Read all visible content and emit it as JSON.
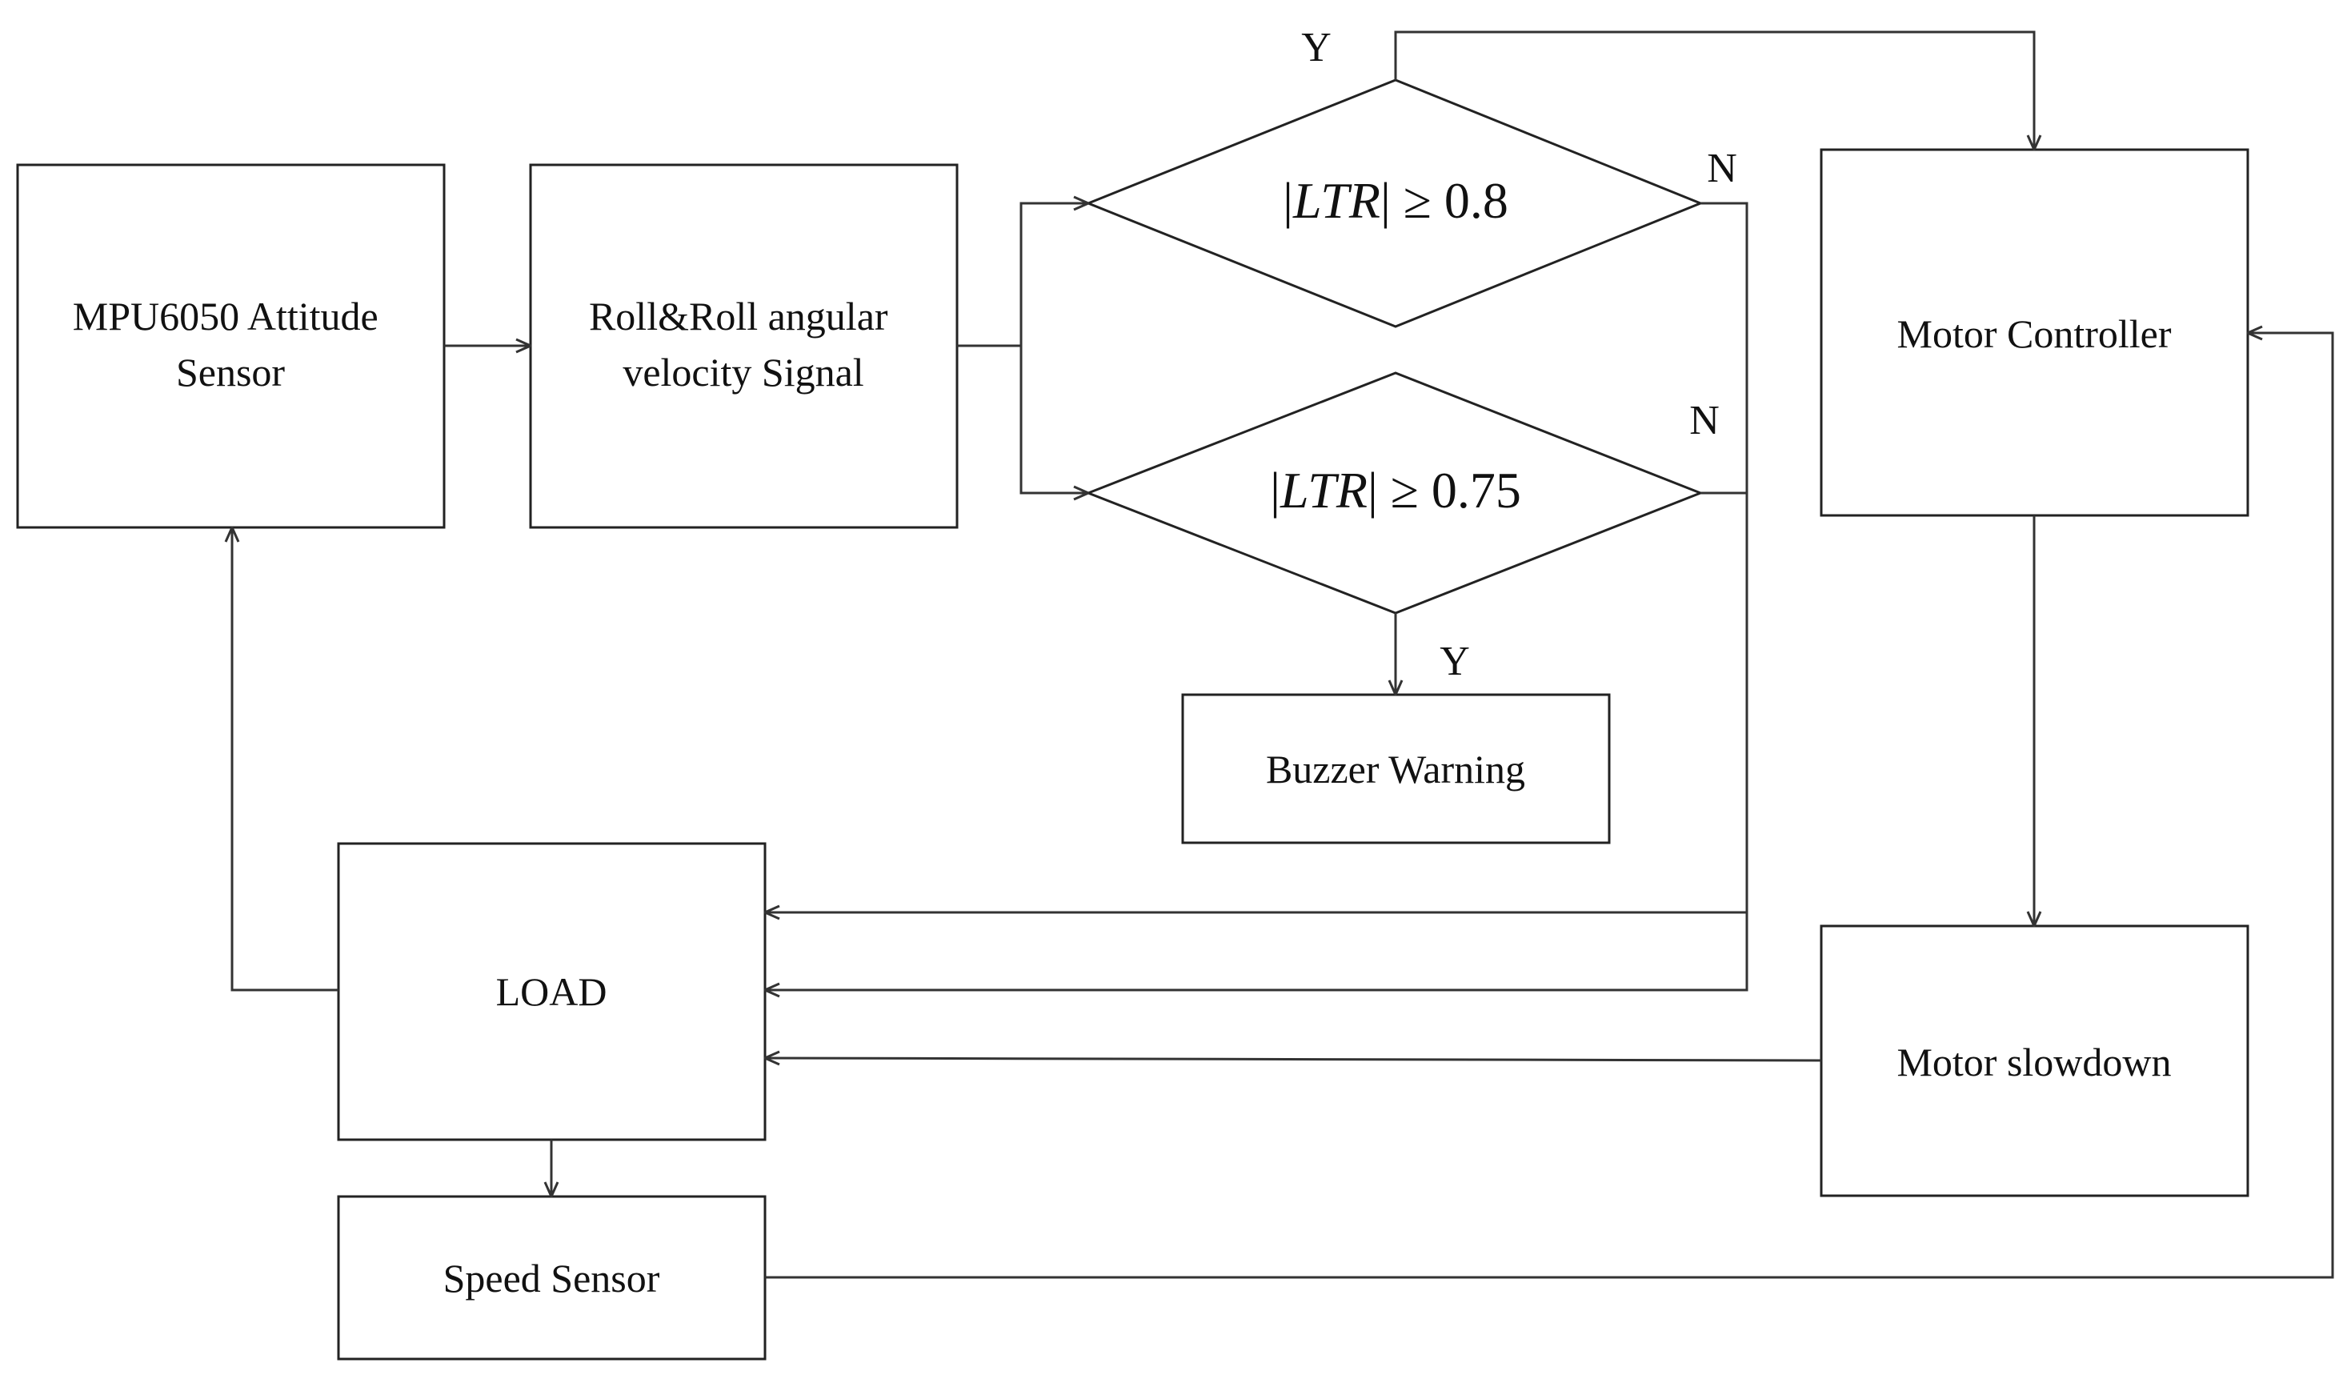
{
  "blocks": {
    "mpu6050": [
      "MPU6050 Attitude",
      "Sensor"
    ],
    "roll_signal": [
      "Roll&Roll angular",
      "velocity Signal"
    ],
    "motor_controller": "Motor Controller",
    "buzzer_warning": "Buzzer Warning",
    "load": "LOAD",
    "motor_slowdown": "Motor slowdown",
    "speed_sensor": "Speed Sensor"
  },
  "decisions": {
    "ltr_high": {
      "variable": "LTR",
      "operator": "≥",
      "threshold": "0.8"
    },
    "ltr_mid": {
      "variable": "LTR",
      "operator": "≥",
      "threshold": "0.75"
    }
  },
  "branch_labels": {
    "ltr_high_yes": "Y",
    "ltr_high_no": "N",
    "ltr_mid_no": "N",
    "ltr_mid_yes": "Y"
  }
}
